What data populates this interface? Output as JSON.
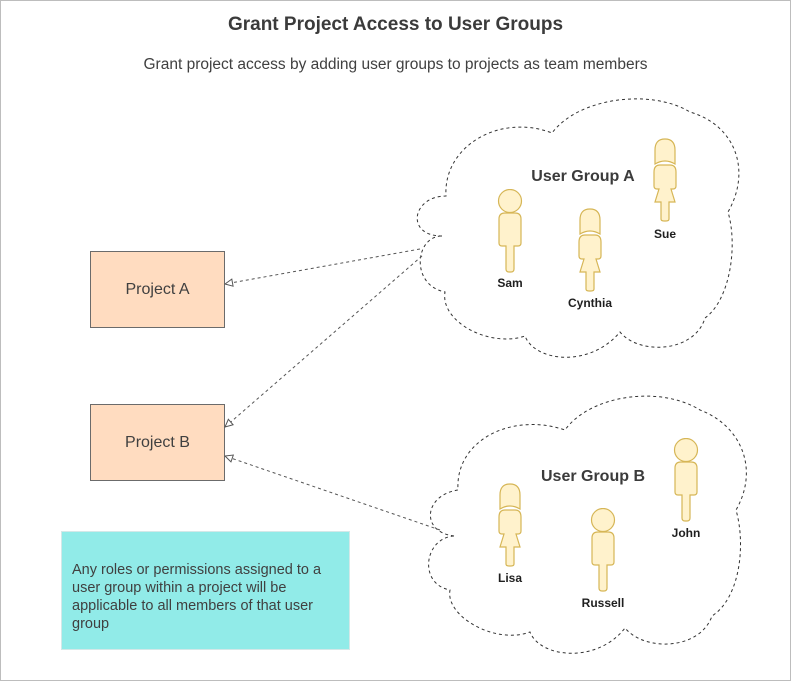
{
  "header": {
    "title": "Grant Project Access to User Groups",
    "subtitle": "Grant project access by adding user groups to projects as team members"
  },
  "projects": [
    {
      "label": "Project A"
    },
    {
      "label": "Project B"
    }
  ],
  "groups": [
    {
      "label": "User Group A",
      "members": [
        {
          "name": "Sam",
          "icon": "male-user-icon"
        },
        {
          "name": "Cynthia",
          "icon": "female-user-icon"
        },
        {
          "name": "Sue",
          "icon": "female-user-icon"
        }
      ]
    },
    {
      "label": "User Group B",
      "members": [
        {
          "name": "Lisa",
          "icon": "female-user-icon"
        },
        {
          "name": "Russell",
          "icon": "male-user-icon"
        },
        {
          "name": "John",
          "icon": "male-user-icon"
        }
      ]
    }
  ],
  "note": {
    "text": "Any roles or permissions assigned to a user group within a project will be applicable to all members of that user group"
  },
  "colors": {
    "project_fill": "#ffdcc0",
    "note_fill": "#91ebe8",
    "user_fill": "#fff2cc",
    "user_stroke": "#d6b656",
    "connector": "#555555"
  }
}
